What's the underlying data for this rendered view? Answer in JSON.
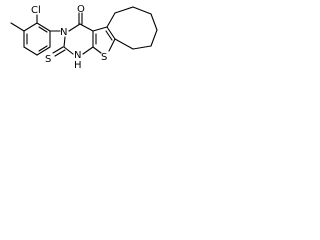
{
  "molecule": {
    "atom_labels": {
      "chlorine": "Cl",
      "oxygen": "O",
      "nitrogen_ring": "N",
      "sulfur_thione": "S",
      "nitrogen_h": "N",
      "hydrogen": "H",
      "sulfur_ring": "S"
    }
  }
}
